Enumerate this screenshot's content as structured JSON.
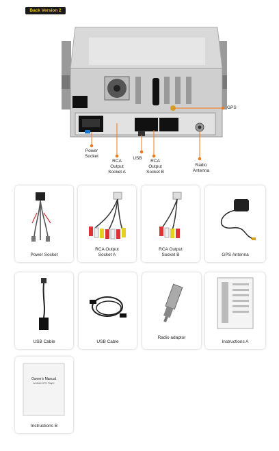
{
  "header": {
    "badge": "Back Version 2"
  },
  "diagram_labels": {
    "gps": "GPS",
    "power_socket": "Power\nSocket",
    "rca_a": "RCA\nOutput\nSocket A",
    "usb": "USB",
    "rca_b": "RCA\nOutput\nSocket B",
    "radio_antenna": "Radio\nAntenna"
  },
  "accessories": [
    {
      "caption": "Power Socket"
    },
    {
      "caption": "RCA Output\nSocket A"
    },
    {
      "caption": "RCA Output\nSocket B"
    },
    {
      "caption": "GPS Antenna"
    },
    {
      "caption": "USB Cable"
    },
    {
      "caption": "USB Cable"
    },
    {
      "caption": "Radio adaptor"
    },
    {
      "caption": "Instructions A"
    },
    {
      "caption": "Instructions B"
    }
  ],
  "manual": {
    "title": "Owner's Manual",
    "subtitle": "Android GPS Player"
  },
  "colors": {
    "accent": "#f07a1a",
    "badge_text": "#f5c400"
  }
}
